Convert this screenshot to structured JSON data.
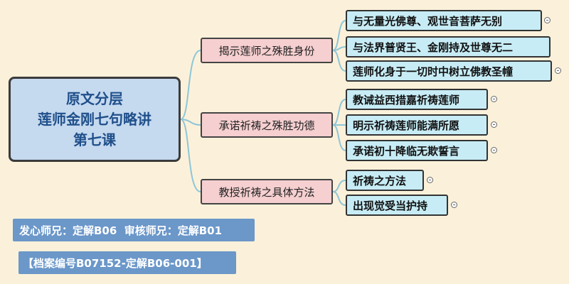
{
  "root": {
    "lines": [
      "原文分层",
      "莲师金刚七句略讲",
      "第七课"
    ]
  },
  "branches": [
    {
      "label": "揭示莲师之殊胜身份",
      "children": [
        "与无量光佛尊、观世音菩萨无别",
        "与法界普贤王、金刚持及世尊无二",
        "莲师化身于一切时中树立佛教圣幢"
      ]
    },
    {
      "label": "承诺祈祷之殊胜功德",
      "children": [
        "教诫益西措嘉祈祷莲师",
        "明示祈祷莲师能满所愿",
        "承诺初十降临无欺誓言"
      ]
    },
    {
      "label": "教授祈祷之具体方法",
      "children": [
        "祈祷之方法",
        "出现觉受当护持"
      ]
    }
  ],
  "footer": {
    "credits": "发心师兄：定解B06  审核师兄：定解B01",
    "archive": "【档案编号B07152-定解B06-001】"
  },
  "colors": {
    "background": "#fbf1da",
    "root_fill": "#c5d9ef",
    "branch_fill": "#f6cfd0",
    "leaf_fill": "#c7ecf5",
    "footer_fill": "#6b97c9",
    "connector": "#8ec6d8"
  }
}
